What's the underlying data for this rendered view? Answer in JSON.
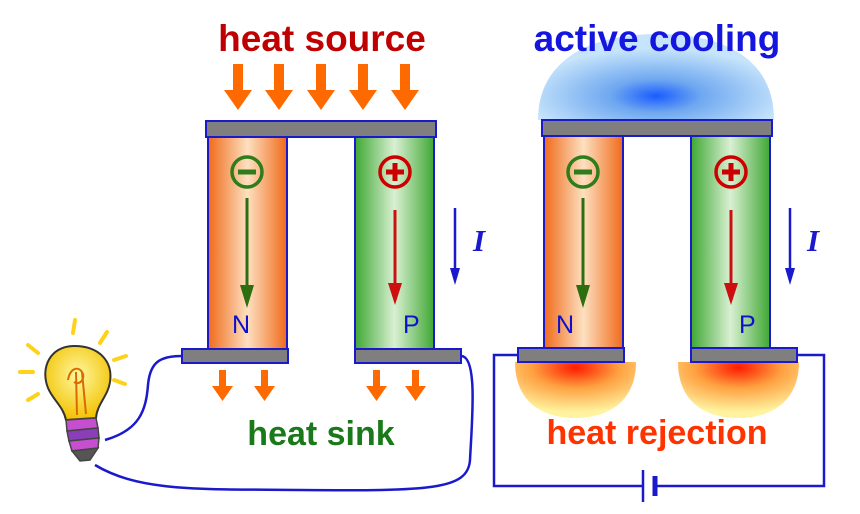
{
  "generator": {
    "title": "heat source",
    "bottom_label": "heat sink",
    "legs": [
      {
        "type_label": "N",
        "sign": "⊖"
      },
      {
        "type_label": "P",
        "sign": "⊕"
      }
    ],
    "current_label": "I",
    "load_icon": "light-bulb-icon"
  },
  "cooler": {
    "title": "active cooling",
    "bottom_label": "heat rejection",
    "legs": [
      {
        "type_label": "N",
        "sign": "⊖"
      },
      {
        "type_label": "P",
        "sign": "⊕"
      }
    ],
    "current_label": "I",
    "source_icon": "battery-icon"
  },
  "colors": {
    "source_title": "#c00000",
    "sink_label": "#1a7a1a",
    "cooling_title": "#1515e0",
    "rejection_label": "#ff3300",
    "heat_arrow": "#ff6a00",
    "n_leg": "#f47a2a",
    "p_leg": "#55b84a",
    "plate": "#7f7f7f",
    "wire": "#1111cc"
  }
}
